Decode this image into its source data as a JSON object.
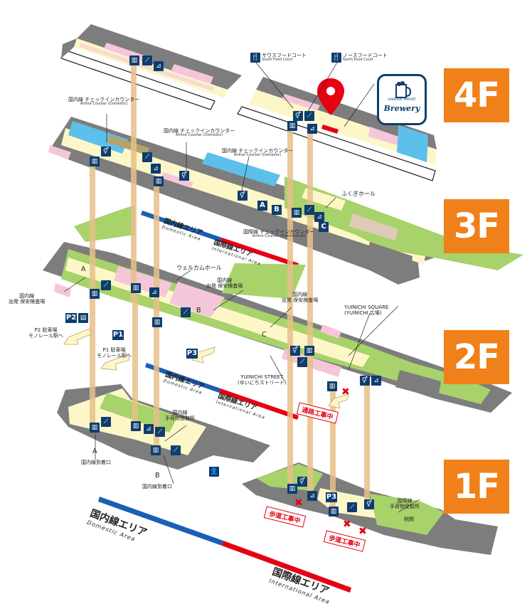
{
  "floors": {
    "f4": "4F",
    "f3": "3F",
    "f2": "2F",
    "f1": "1F"
  },
  "colors": {
    "accent": "#f08019",
    "domestic": "#1a5fb4",
    "international": "#e60012",
    "navy": "#0e3d6e",
    "pillar": "#e8c08a",
    "floor_cream": "#fdf7c8",
    "floor_green": "#a8d26a",
    "floor_pink": "#f5c6d9",
    "floor_gray": "#7d7d7d",
    "floor_blue": "#5cc0ea"
  },
  "floor4": {
    "south_food_court": "サウスフードコート",
    "south_food_court_en": "South Food Court",
    "north_food_court": "ノースフードコート",
    "north_food_court_en": "North Food Court",
    "brewery_logo_top": "HAKKAIDO AIRPORT",
    "brewery_logo": "Brewery"
  },
  "floor3": {
    "domestic_checkin_1": "国内線 チェックインカウンター",
    "domestic_checkin_1_en": "Airline Counter (Domestic)",
    "domestic_checkin_2": "国内線 チェックインカウンター",
    "domestic_checkin_2_en": "Airline Counter (Domestic)",
    "domestic_checkin_3": "国内線 チェックインカウンター",
    "domestic_checkin_3_en": "Airline Counter (Domestic)",
    "fukugi_hall": "ふくぎホール",
    "intl_checkin": "国際線 チェックインカウンター",
    "intl_checkin_en": "Airline Counter (International)",
    "counter_a": "A",
    "counter_b": "B",
    "counter_c": "C",
    "domestic_area": "国内線エリア",
    "domestic_area_en": "Domestic Area",
    "international_area": "国際線エリア",
    "international_area_en": "International Area"
  },
  "floor2": {
    "gate_a": "A",
    "gate_b": "B",
    "gate_c": "C",
    "welcome_hall": "ウェルカムホール",
    "dom_dep_security_a_1": "国内線",
    "dom_dep_security_a_2": "出発 保安検査場",
    "dom_dep_security_b_1": "国内線",
    "dom_dep_security_b_2": "出発 保安検査場",
    "dom_dep_security_c_1": "国内線",
    "dom_dep_security_c_2": "出発 保安検査場",
    "p2": "P2",
    "p2_note_1": "P2 駐車場",
    "p2_note_2": "モノレール駅へ",
    "p1": "P1",
    "p1_note_1": "P1 駐車場",
    "p1_note_2": "モノレール駅へ",
    "p3": "P3",
    "yuinichi_square_1": "YUINICHI SQUARE",
    "yuinichi_square_2": "(YUINICHI 広場)",
    "yuinichi_street_1": "YUINICHI STREET",
    "yuinichi_street_2": "(ゆいにちストリート)",
    "passage_construction": "通路工事中",
    "domestic_area": "国内線エリア",
    "domestic_area_en": "Domestic Area",
    "international_area": "国際線エリア",
    "international_area_en": "International Area"
  },
  "floor1": {
    "baggage_claim_1": "国内線",
    "baggage_claim_2": "手荷物受取所",
    "gate_a": "A",
    "arrival_exit_a": "国内線到着口",
    "gate_b": "B",
    "arrival_exit_b": "国内線到着口",
    "p3": "P3",
    "walkway_construction_1": "歩道工事中",
    "walkway_construction_2": "歩道工事中",
    "intl_baggage_1": "国際線",
    "intl_baggage_2": "手荷物受取所",
    "customs": "税関",
    "domestic_area": "国内線エリア",
    "domestic_area_en": "Domestic Area",
    "international_area": "国際線エリア",
    "international_area_en": "International Area"
  }
}
